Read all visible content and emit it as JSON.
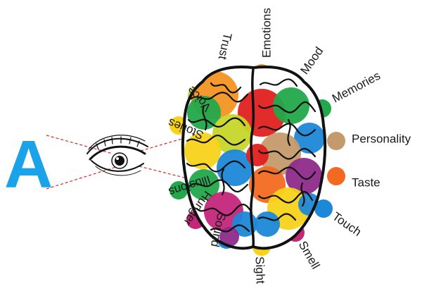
{
  "letter": "A",
  "colors": {
    "letter": "#1aa3e8",
    "sight_line": "#d62828",
    "outline": "#111111",
    "blue": "#1e88d8",
    "red": "#e02020",
    "orange": "#f39322",
    "yellow": "#f6d31a",
    "green": "#22a84a",
    "lime": "#c6d62a",
    "tan": "#c49a6c",
    "magenta": "#c4267a",
    "purple": "#8e2b8a",
    "deep_orange": "#f26a21"
  },
  "labels": [
    {
      "id": "trust",
      "text": "Trust",
      "color": "#1e88d8"
    },
    {
      "id": "emotions",
      "text": "Emotions",
      "color": "#f39322"
    },
    {
      "id": "mood",
      "text": "Mood",
      "color": "#e02020"
    },
    {
      "id": "memories",
      "text": "Memories",
      "color": "#22a84a"
    },
    {
      "id": "personality",
      "text": "Personality",
      "color": "#c49a6c"
    },
    {
      "id": "taste",
      "text": "Taste",
      "color": "#f26a21"
    },
    {
      "id": "touch",
      "text": "Touch",
      "color": "#1e88d8"
    },
    {
      "id": "smell",
      "text": "Smell",
      "color": "#c4267a"
    },
    {
      "id": "sight",
      "text": "Sight",
      "color": "#f6d31a"
    },
    {
      "id": "sound",
      "text": "Sound",
      "color": "#1e88d8"
    },
    {
      "id": "hunger",
      "text": "Hunger",
      "color": "#c4267a"
    },
    {
      "id": "illusions",
      "text": "Illusions",
      "color": "#22a84a"
    },
    {
      "id": "stories",
      "text": "Stories",
      "color": "#f6d31a"
    },
    {
      "id": "voice",
      "text": "Voice",
      "color": "#c6d62a"
    }
  ]
}
